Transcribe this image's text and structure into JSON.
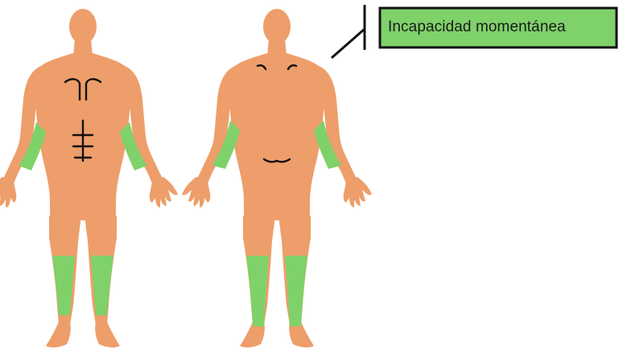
{
  "colors": {
    "skin": "#ED9E6A",
    "highlight": "#7FD16A",
    "outline": "#111111",
    "background": "#FFFFFF"
  },
  "legend": {
    "label": "Incapacidad momentánea",
    "swatch_color": "#7FD16A"
  },
  "figures": [
    {
      "view": "front",
      "highlighted_zones": [
        "left-forearm",
        "right-forearm",
        "left-shin",
        "right-shin"
      ]
    },
    {
      "view": "back",
      "highlighted_zones": [
        "left-forearm",
        "right-forearm",
        "left-calf",
        "right-calf"
      ]
    }
  ]
}
